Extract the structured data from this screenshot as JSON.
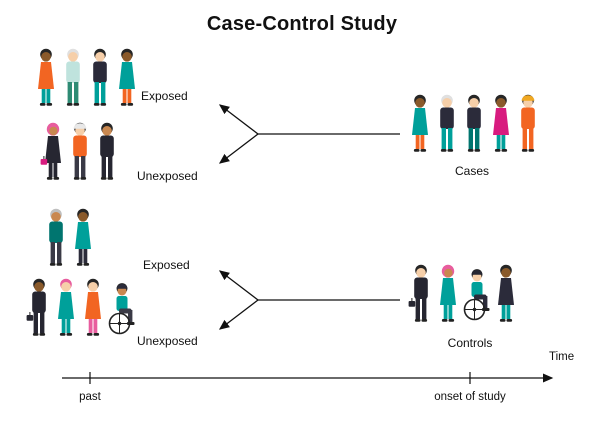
{
  "title": "Case-Control Study",
  "arms": {
    "top": {
      "exposed": "Exposed",
      "unexposed": "Unexposed",
      "outcome": "Cases"
    },
    "bottom": {
      "exposed": "Exposed",
      "unexposed": "Unexposed",
      "outcome": "Controls"
    }
  },
  "timeline": {
    "axis_label": "Time",
    "past": "past",
    "onset": "onset of study"
  },
  "colors": {
    "ink": "#111111",
    "teal": "#00a09a",
    "dark_teal": "#00756f",
    "orange": "#f26522",
    "navy": "#2b2b3a",
    "pink": "#e85d9e",
    "magenta": "#d81b7f",
    "yellow": "#f0a822"
  },
  "people_groups": {
    "top_exposed": {
      "name": "exposed-people-cases-arm",
      "people": [
        {
          "type": "dress",
          "skin": "#8a5a2b",
          "hair": "#262626",
          "top": "#f26522",
          "bottom": "#00a09a"
        },
        {
          "type": "standing",
          "skin": "#f6cfa9",
          "hair": "#e0e0e0",
          "top": "#bfe3dd",
          "bottom": "#2e8b74"
        },
        {
          "type": "standing",
          "skin": "#f6cfa9",
          "hair": "#262626",
          "top": "#2b2b3a",
          "bottom": "#00a09a"
        },
        {
          "type": "dress",
          "skin": "#8a5a2b",
          "hair": "#262626",
          "top": "#00a09a",
          "bottom": "#f26522"
        }
      ]
    },
    "top_unexposed": {
      "name": "unexposed-people-cases-arm",
      "people": [
        {
          "type": "dress",
          "skin": "#c98850",
          "hair": "#e85d9e",
          "hijab": true,
          "top": "#262631",
          "bottom": "#262631",
          "bag": "#d81b7f"
        },
        {
          "type": "standing",
          "skin": "#f6cfa9",
          "hair": "#262626",
          "hat": "#e8e8e8",
          "top": "#f26522",
          "bottom": "#3a3a46"
        },
        {
          "type": "standing",
          "skin": "#c98850",
          "hair": "#262626",
          "top": "#262631",
          "bottom": "#262631"
        }
      ]
    },
    "cases": {
      "name": "cases-people",
      "people": [
        {
          "type": "dress",
          "skin": "#8a5a2b",
          "hair": "#262626",
          "top": "#00a09a",
          "bottom": "#f26522"
        },
        {
          "type": "standing",
          "skin": "#f6cfa9",
          "hair": "#e0e0e0",
          "top": "#2b2b3a",
          "bottom": "#00a09a"
        },
        {
          "type": "standing",
          "skin": "#f6cfa9",
          "hair": "#262626",
          "top": "#2b2b3a",
          "bottom": "#00756f"
        },
        {
          "type": "dress",
          "skin": "#8a5a2b",
          "hair": "#262626",
          "top": "#d81b7f",
          "bottom": "#00a09a"
        },
        {
          "type": "standing",
          "skin": "#f6cfa9",
          "hair": "#262626",
          "hat": "#f0a822",
          "top": "#f26522",
          "bottom": "#f26522"
        }
      ]
    },
    "bottom_exposed": {
      "name": "exposed-people-controls-arm",
      "people": [
        {
          "type": "standing",
          "skin": "#c98850",
          "hair": "#bfbfbf",
          "top": "#00756f",
          "bottom": "#3a3a46"
        },
        {
          "type": "dress",
          "skin": "#8a5a2b",
          "hair": "#262626",
          "top": "#00a09a",
          "bottom": "#2b2b3a"
        }
      ]
    },
    "bottom_unexposed": {
      "name": "unexposed-people-controls-arm",
      "people": [
        {
          "type": "standing",
          "skin": "#8a5a2b",
          "hair": "#262626",
          "top": "#262631",
          "bottom": "#262631",
          "bag": "#262631"
        },
        {
          "type": "dress",
          "skin": "#f6cfa9",
          "hair": "#e85d9e",
          "top": "#00a09a",
          "bottom": "#00a09a"
        },
        {
          "type": "dress",
          "skin": "#f6cfa9",
          "hair": "#262626",
          "top": "#f26522",
          "bottom": "#e85d9e"
        },
        {
          "type": "wheelchair",
          "skin": "#c98850",
          "hair": "#262626",
          "hat": "#2b2b3a",
          "top": "#00a09a",
          "bottom": "#3a3a46"
        }
      ]
    },
    "controls": {
      "name": "controls-people",
      "people": [
        {
          "type": "standing",
          "skin": "#f6cfa9",
          "hair": "#262626",
          "top": "#262631",
          "bottom": "#262631",
          "bag": "#262631"
        },
        {
          "type": "dress",
          "skin": "#c98850",
          "hair": "#e85d9e",
          "hijab": true,
          "top": "#00a09a",
          "bottom": "#00a09a"
        },
        {
          "type": "wheelchair",
          "skin": "#f6cfa9",
          "hair": "#262626",
          "hat": "#262631",
          "top": "#00a09a",
          "bottom": "#2b2b3a"
        },
        {
          "type": "dress",
          "skin": "#8a5a2b",
          "hair": "#262626",
          "top": "#2b2b3a",
          "bottom": "#00a09a"
        }
      ]
    }
  }
}
